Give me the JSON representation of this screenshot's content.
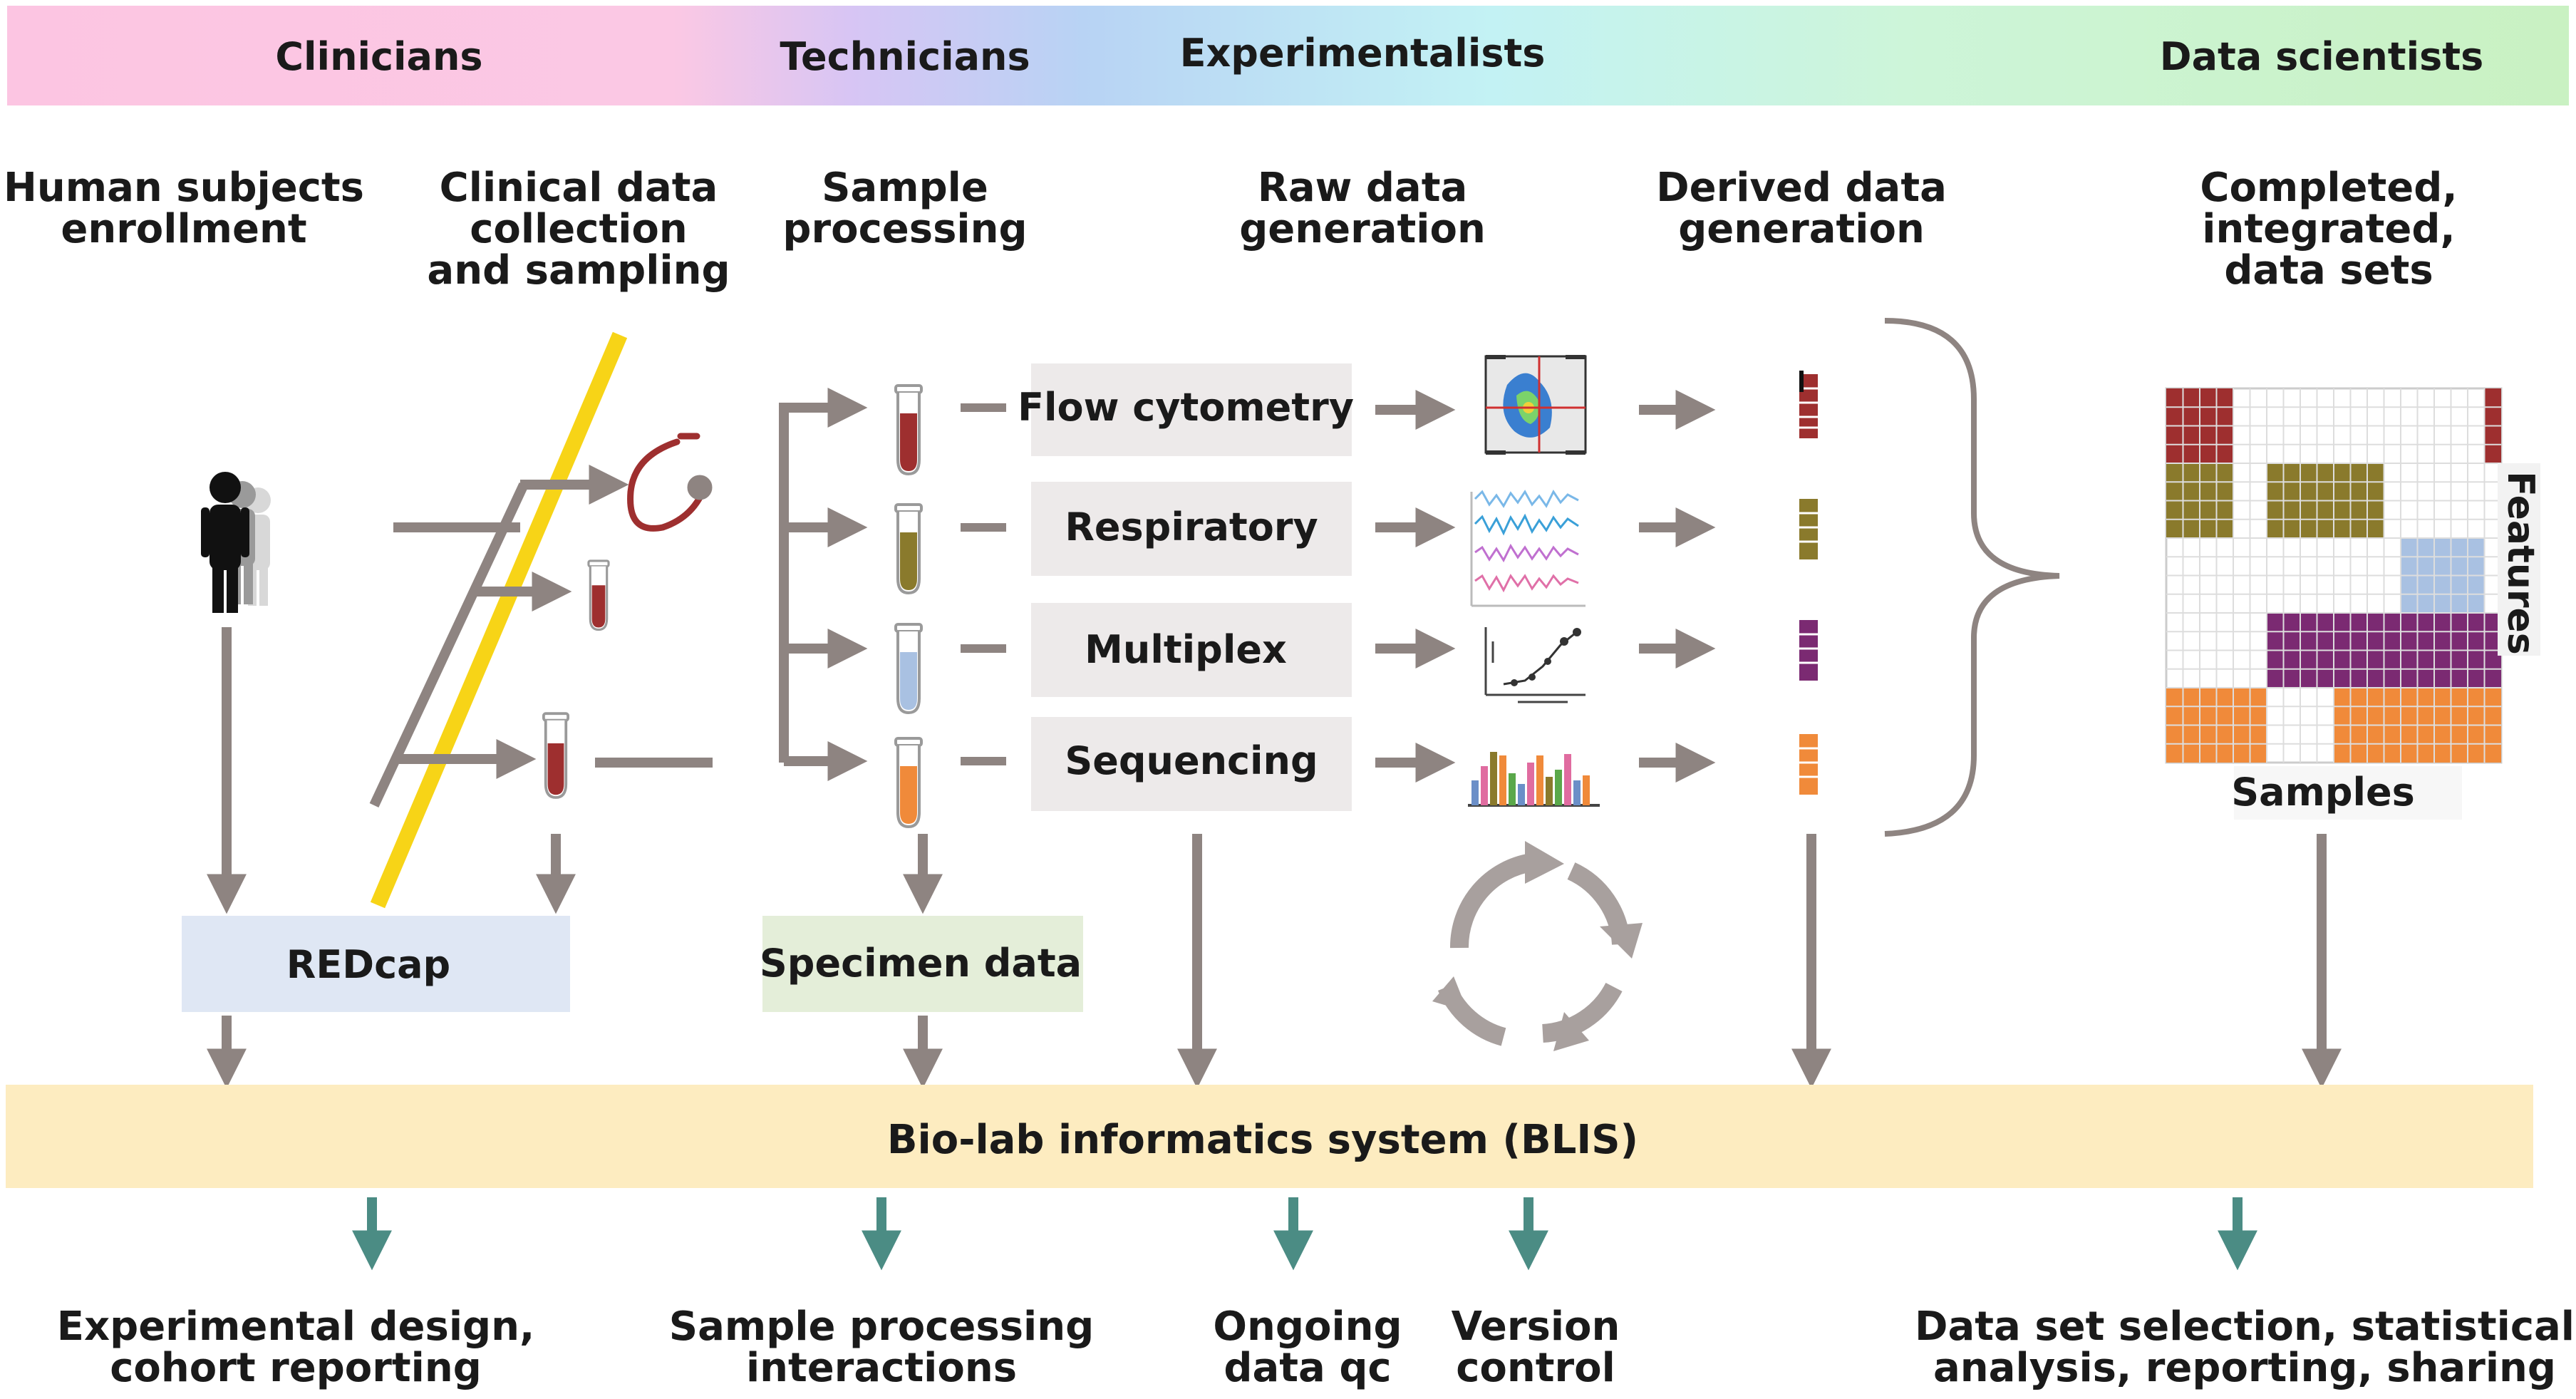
{
  "roles": [
    "Clinicians",
    "Technicians",
    "Experimentalists",
    "Data scientists"
  ],
  "stage_titles": {
    "enrollment": [
      "Human subjects",
      "enrollment"
    ],
    "clinical": [
      "Clinical data",
      "collection",
      "and sampling"
    ],
    "processing": [
      "Sample",
      "processing"
    ],
    "raw": [
      "Raw data",
      "generation"
    ],
    "derived": [
      "Derived data",
      "generation"
    ],
    "completed": [
      "Completed,",
      "integrated,",
      "data sets"
    ]
  },
  "assays": [
    "Flow cytometry",
    "Respiratory",
    "Multiplex",
    "Sequencing"
  ],
  "redcap_label": "REDcap",
  "specimen_label": "Specimen data",
  "blis_label": "Bio-lab informatics system (BLIS)",
  "matrix_labels": {
    "rows": "Features",
    "cols": "Samples"
  },
  "outputs": [
    [
      "Experimental design,",
      "cohort reporting"
    ],
    [
      "Sample processing",
      "interactions"
    ],
    [
      "Ongoing",
      "data qc"
    ],
    [
      "Version",
      "control"
    ],
    [
      "Data set selection, statistical",
      "analysis, reporting, sharing"
    ]
  ],
  "colors": {
    "arrow_gray": "#8e8481",
    "arrow_teal": "#4b8c84",
    "tube_red": "#9e2f2f",
    "tube_olive": "#8a7a2c",
    "tube_blue": "#a9c1e2",
    "tube_orange": "#f08a3a",
    "matrix_purple": "#7b2a72",
    "highlight_yellow": "#f7d417",
    "redcap_bg": "#dfe7f4",
    "specimen_bg": "#e4eed9",
    "blis_bg": "#fdecc0",
    "assay_bg": "#edeaea"
  },
  "icons": [
    "person-group-icon",
    "stethoscope-icon",
    "test-tube-icon",
    "flow-plot-icon",
    "respiratory-trace-icon",
    "multiplex-curve-icon",
    "sequencing-bars-icon",
    "cycle-arrows-icon"
  ]
}
